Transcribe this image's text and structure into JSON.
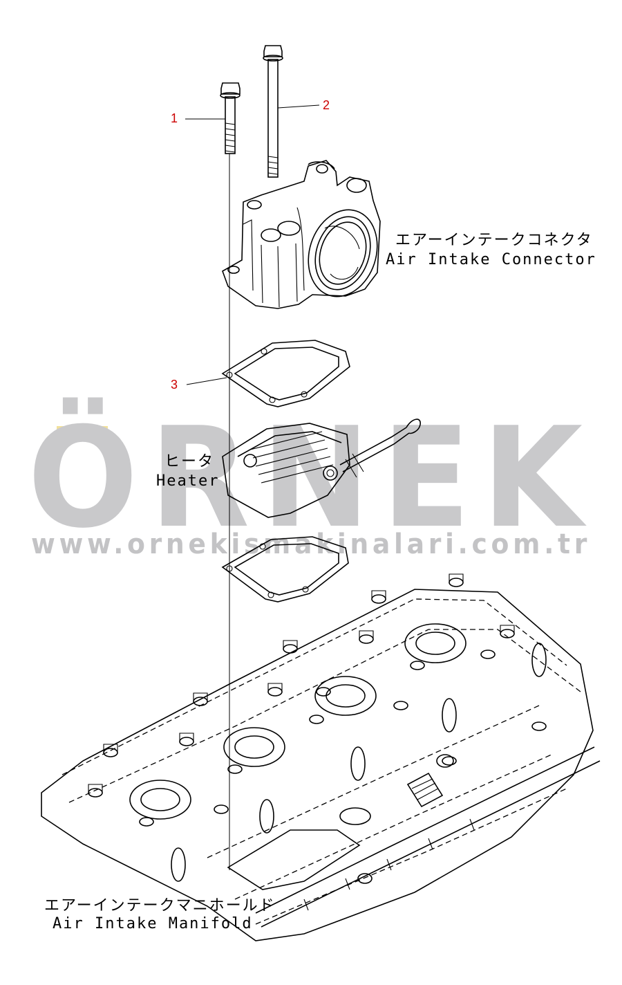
{
  "callouts": [
    {
      "number": "1"
    },
    {
      "number": "2"
    },
    {
      "number": "3"
    }
  ],
  "labels": {
    "connector_jp": "エアーインテークコネクタ",
    "connector_en": "Air Intake Connector",
    "heater_jp": "ヒータ",
    "heater_en": "Heater",
    "manifold_jp": "エアーインテークマニホールド",
    "manifold_en": "Air Intake Manifold"
  },
  "watermark": {
    "brand": "ÖRNEK",
    "url": "www.ornekismakinalari.com.tr",
    "color": "#c9c9cb",
    "accent": "#f3e19a"
  }
}
